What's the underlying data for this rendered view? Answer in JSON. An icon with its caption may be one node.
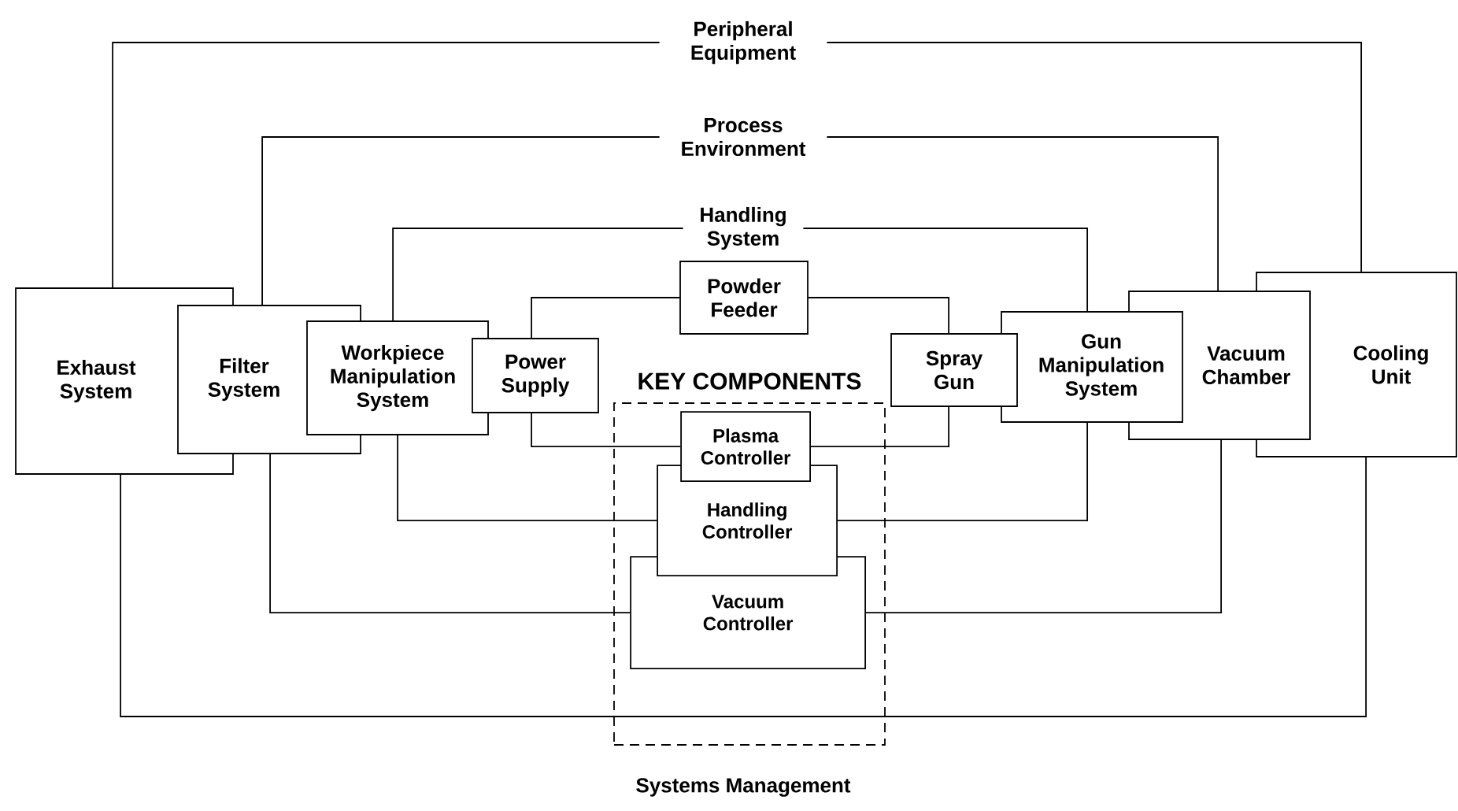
{
  "diagram": {
    "nodes": [
      {
        "text": [
          "Peripheral Equipment"
        ]
      },
      {
        "text": [
          "Process Environment"
        ]
      },
      {
        "text": [
          "Handling System"
        ]
      },
      {
        "text": [
          "Exhaust System"
        ]
      },
      {
        "text": [
          "Filter System"
        ]
      },
      {
        "text": [
          "Workpiece Manipulation System"
        ]
      },
      {
        "text": [
          "Power Supply"
        ]
      },
      {
        "text": [
          "Powder Feeder"
        ]
      },
      {
        "text": [
          "KEY COMPONENTS"
        ]
      },
      {
        "text": [
          "Plasma Controller"
        ],
        "in": 8
      },
      {
        "text": [
          "Handling Controller"
        ],
        "in": 8
      },
      {
        "text": [
          "Vacuum Controller"
        ],
        "in": 8
      },
      {
        "text": [
          "Spray Gun"
        ]
      },
      {
        "text": [
          "Gun Manipulation System"
        ]
      },
      {
        "text": [
          "Vacuum Chamber"
        ]
      },
      {
        "text": [
          "Cooling Unit"
        ]
      }
    ],
    "edges": [
      {
        "from": 3,
        "to": 0,
        "arrow": "none"
      },
      {
        "from": 0,
        "to": 15,
        "arrow": "none"
      },
      {
        "from": 4,
        "to": 1,
        "arrow": "none"
      },
      {
        "from": 1,
        "to": 14,
        "arrow": "none"
      },
      {
        "from": 5,
        "to": 2,
        "arrow": "none"
      },
      {
        "from": 2,
        "to": 13,
        "arrow": "none"
      },
      {
        "from": 6,
        "to": 7,
        "arrow": "none"
      },
      {
        "from": 7,
        "to": 12,
        "arrow": "none"
      },
      {
        "from": 6,
        "to": 9,
        "arrow": "none"
      },
      {
        "from": 9,
        "to": 12,
        "arrow": "none"
      },
      {
        "from": 5,
        "to": 10,
        "arrow": "none"
      },
      {
        "from": 10,
        "to": 13,
        "arrow": "none"
      },
      {
        "from": 4,
        "to": 11,
        "arrow": "none"
      },
      {
        "from": 11,
        "to": 14,
        "arrow": "none"
      },
      {
        "from": 3,
        "to": 15,
        "arrow": "none"
      }
    ],
    "labels": [
      "Systems Management"
    ]
  }
}
